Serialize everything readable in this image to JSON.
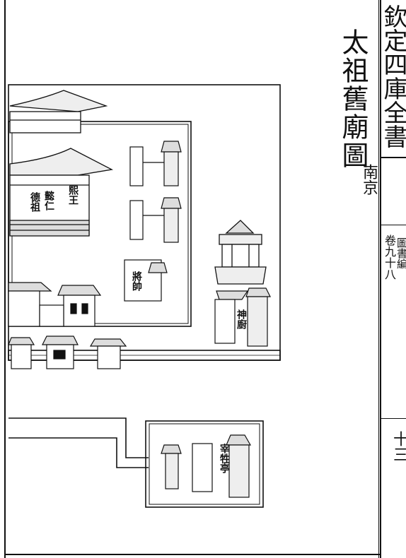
{
  "banner": "欽定四庫全書",
  "title": "太祖舊廟圖",
  "subtitle": "南京",
  "volume": "卷九十八",
  "right_label": "圖書編",
  "page_number": "十三",
  "labels": {
    "hall_a": "德祖",
    "hall_b": "懿仁",
    "hall_c": "熙王",
    "pavilion_a": "將帥",
    "pavilion_b": "神廚",
    "pavilion_c": "宰牲亭"
  }
}
